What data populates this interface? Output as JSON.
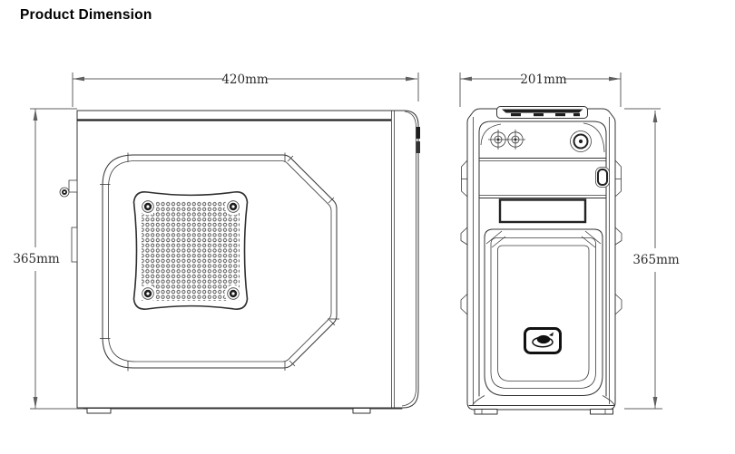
{
  "title": "Product Dimension",
  "drawing": {
    "type": "orthographic technical drawing of a PC tower case",
    "views": {
      "side": {
        "name": "side view"
      },
      "front": {
        "name": "front view"
      }
    }
  },
  "dimensions": {
    "side_width": "420mm",
    "side_height": "365mm",
    "front_width": "201mm",
    "front_height": "365mm"
  },
  "icons": {
    "mesh_vent": "grid of round vent holes",
    "screw": "corner fan screws",
    "audio_jacks": "two front audio jack circles",
    "power_button": "concentric circle power button",
    "usb_ports": "dark port slots in top bezel",
    "brand_logo": "logo badge on front grille"
  },
  "colors": {
    "background": "#ffffff",
    "line": "#333333",
    "dimension_line": "#5f5f5f",
    "dimension_text": "#2b2b2b",
    "dark_fill": "#1e1e1e"
  }
}
